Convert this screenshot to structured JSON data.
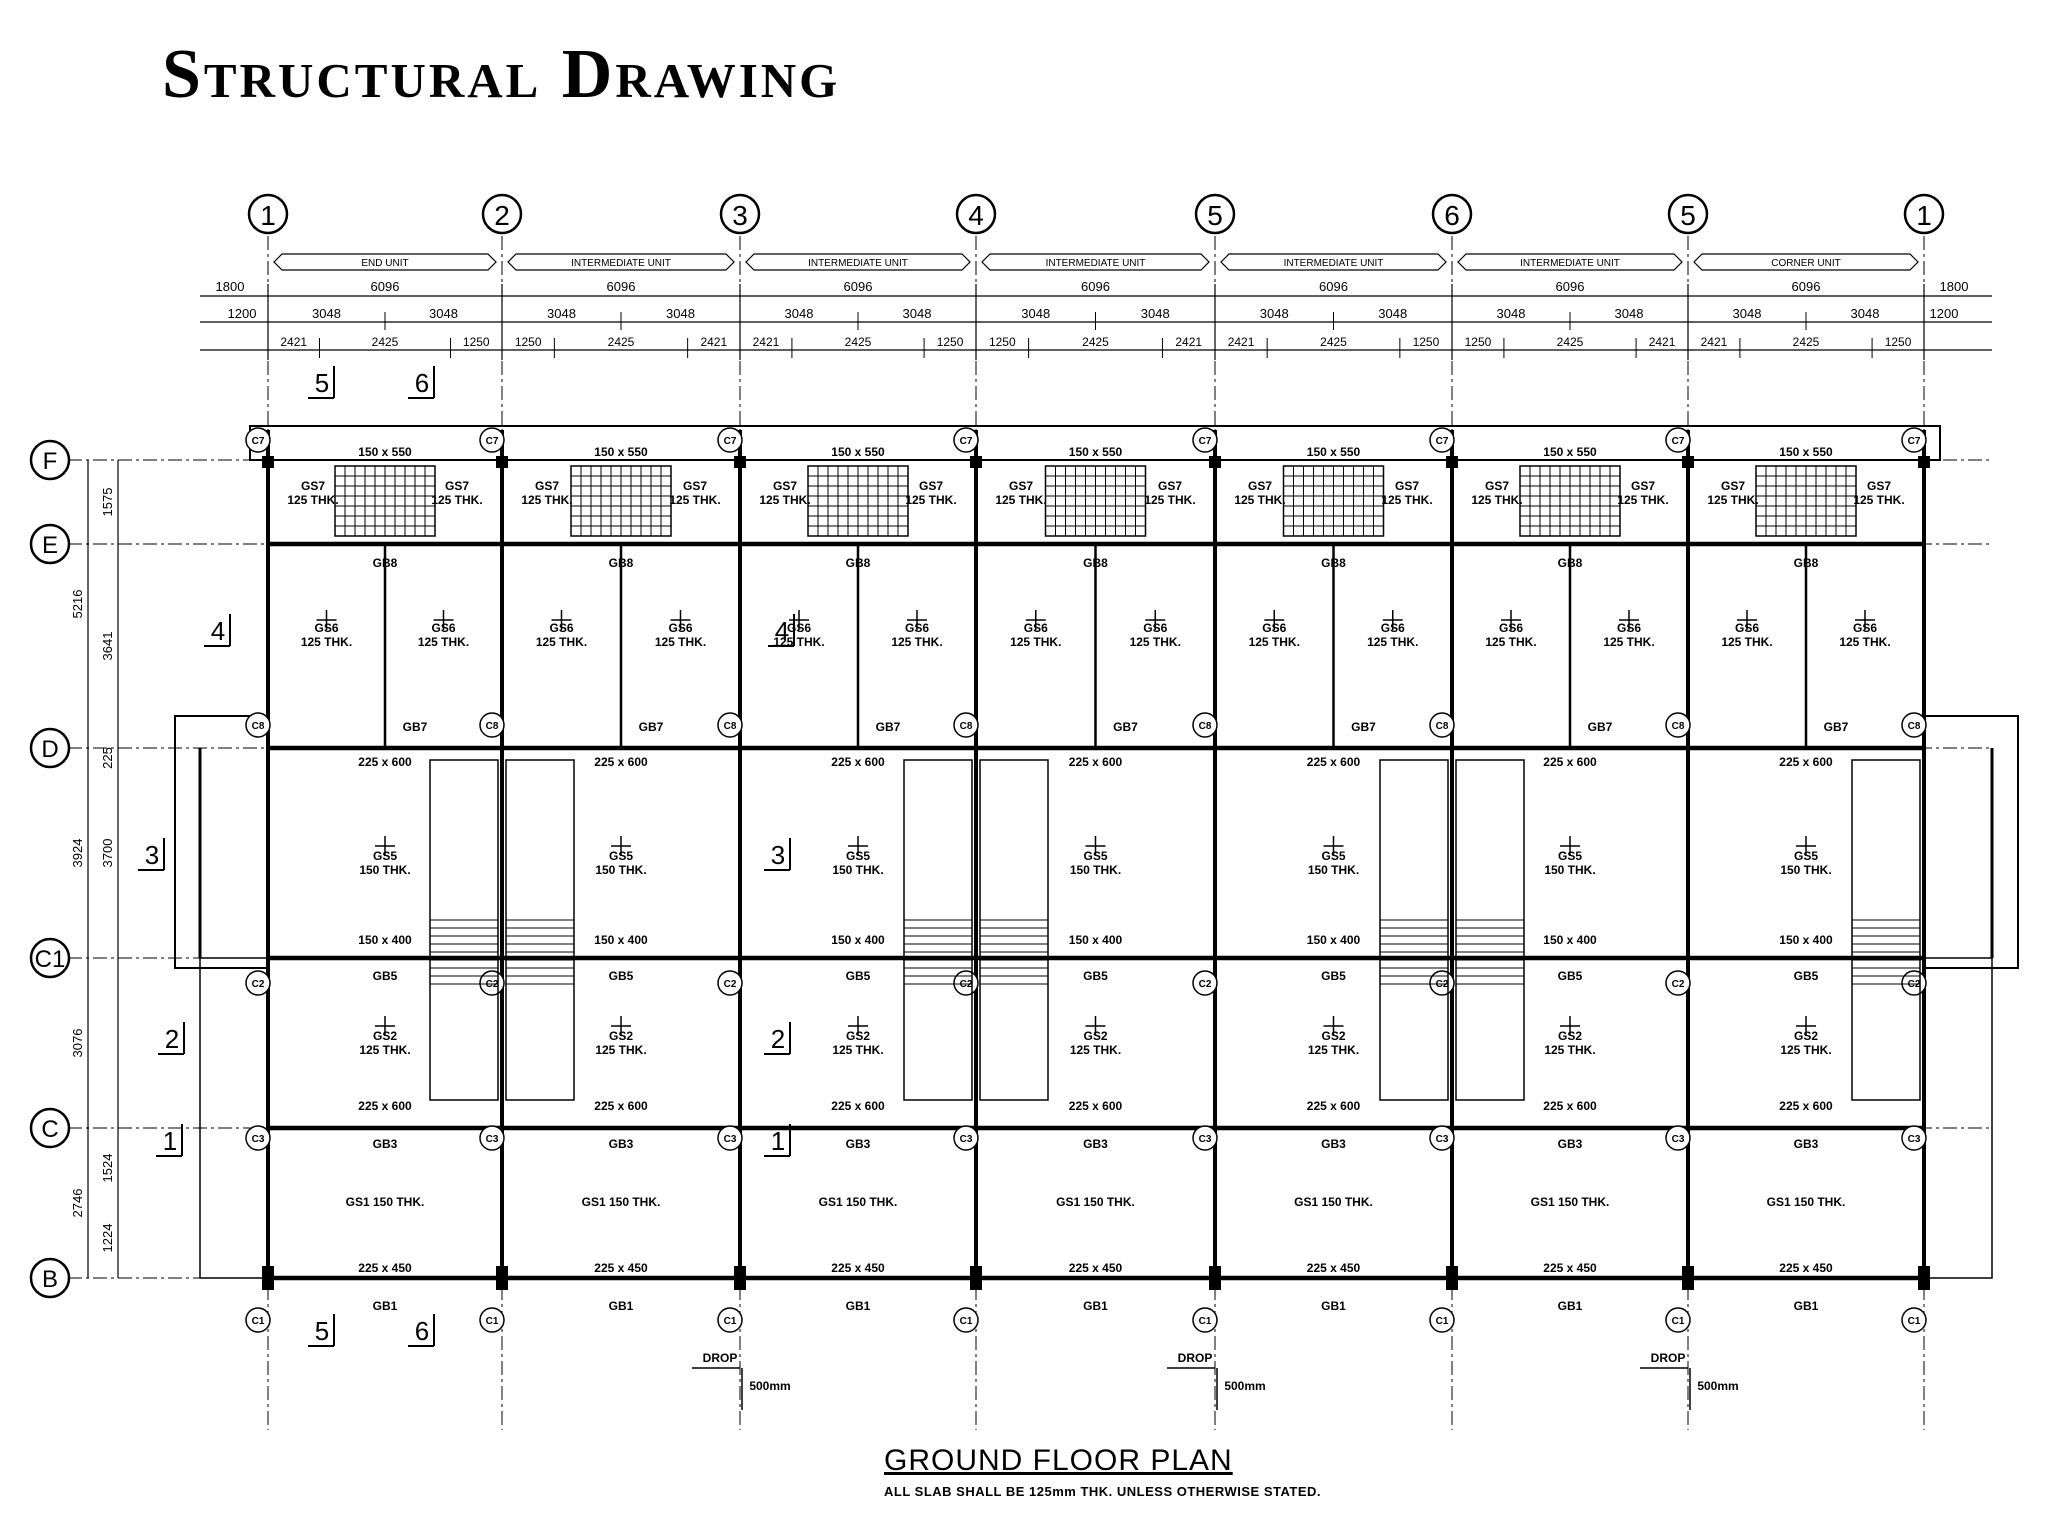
{
  "slide": {
    "title": "Structural Drawing"
  },
  "plan": {
    "title": "GROUND FLOOR PLAN",
    "note": "ALL SLAB SHALL BE 125mm THK. UNLESS OTHERWISE STATED.",
    "grid_columns": [
      "1",
      "2",
      "3",
      "4",
      "5",
      "6",
      "5",
      "1"
    ],
    "grid_rows": [
      "F",
      "E",
      "D",
      "C1",
      "C",
      "B"
    ],
    "units": [
      "END UNIT",
      "INTERMEDIATE UNIT",
      "INTERMEDIATE UNIT",
      "INTERMEDIATE UNIT",
      "INTERMEDIATE UNIT",
      "INTERMEDIATE UNIT",
      "CORNER UNIT"
    ],
    "unit_width": "6096",
    "overhang": "1800",
    "edge_offset": "1200",
    "half_width": "3048",
    "sub_dims": [
      "2421",
      "2425",
      "1250"
    ],
    "row_dims": [
      "1575",
      "5216",
      "3641",
      "225",
      "3924",
      "3700",
      "3076",
      "2746",
      "1524",
      "1224"
    ],
    "section_markers": [
      "1",
      "2",
      "3",
      "4",
      "5",
      "6"
    ],
    "drop_label": "DROP",
    "drop_value": "500mm",
    "slab_labels": {
      "top": "GS7\n125 THK.",
      "upper": "GS6\n125 THK.",
      "middle": "GS5\n150 THK.",
      "lower": "GS2\n125 THK.",
      "bottom": "GS1 150 THK."
    },
    "beam_labels": {
      "f_row": "150 x 550",
      "e_row": "GB8",
      "d_row": "225 x 600",
      "c1_row": "150 x 400",
      "c_row": "225 x 600",
      "b_row": "225 x 450",
      "b_name": "GB1",
      "c_name": "GB3",
      "c1_name": "GB5",
      "d_name": "GB7"
    }
  }
}
